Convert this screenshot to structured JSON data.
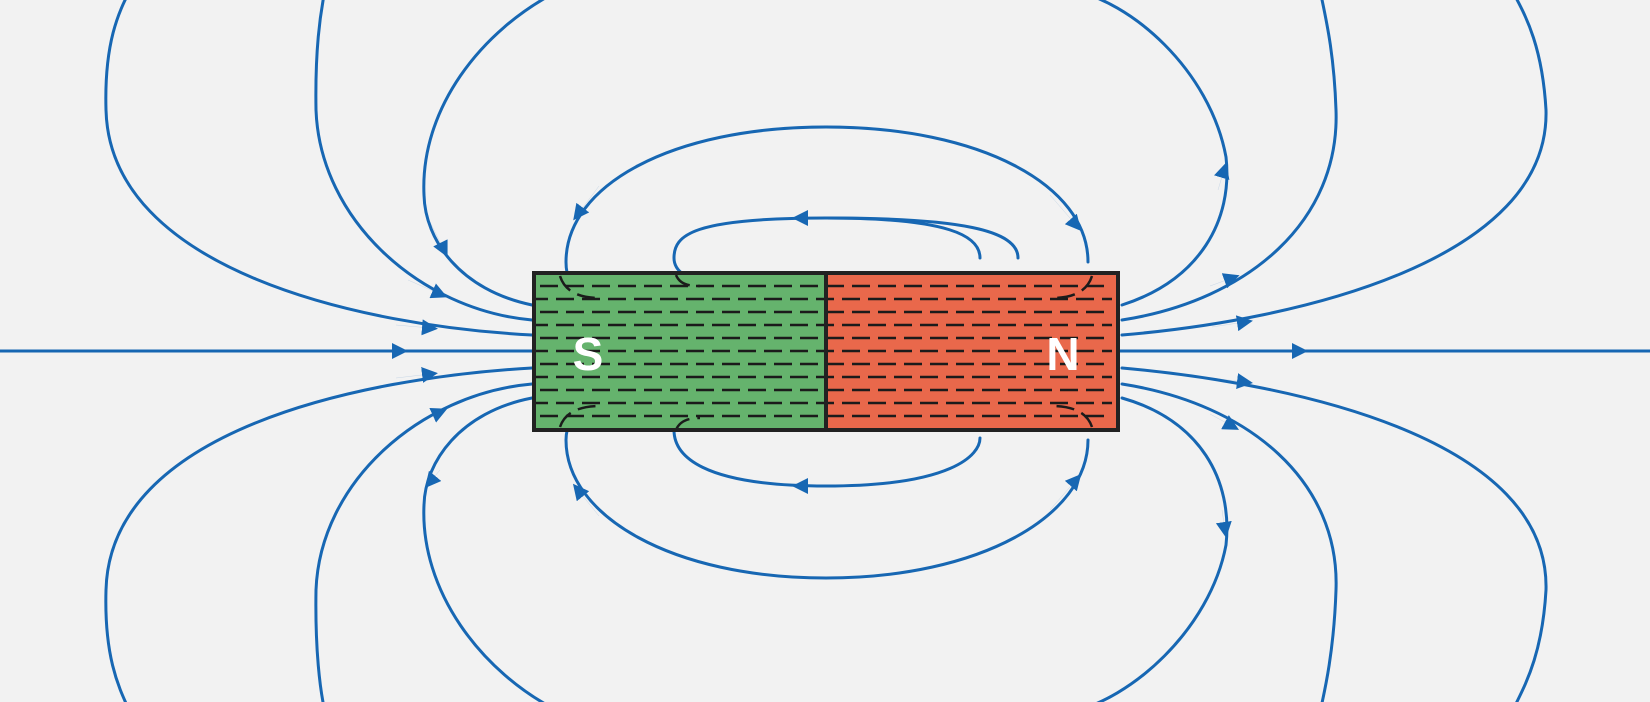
{
  "colors": {
    "background": "#f2f2f2",
    "field_line": "#1767b3",
    "south_pole": "#65b36d",
    "north_pole": "#e9684b",
    "outline": "#222222"
  },
  "magnet": {
    "south_label": "S",
    "north_label": "N"
  },
  "icons": {
    "arrow": "triangle-arrowhead"
  }
}
